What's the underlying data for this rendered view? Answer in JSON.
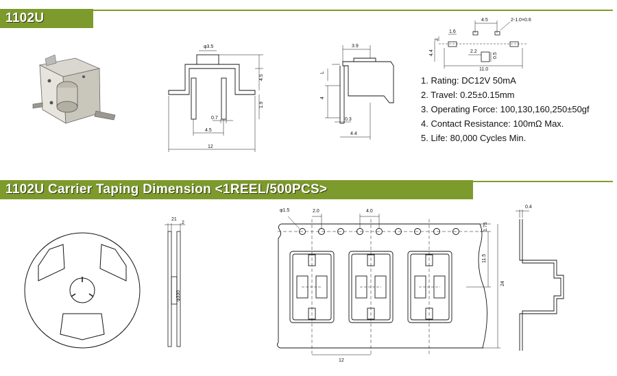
{
  "sections": {
    "top_title": "1102U",
    "bottom_title": "1102U Carrier Taping Dimension <1REEL/500PCS>"
  },
  "specs": [
    "1. Rating: DC12V  50mA",
    "2. Travel: 0.25±0.15mm",
    "3. Operating Force: 100,130,160,250±50gf",
    "4. Contact Resistance: 100mΩ Max.",
    "5. Life: 80,000 Cycles Min."
  ],
  "dims": {
    "side_3_5": "φ3.5",
    "side_4_5": "4.5",
    "side_1_9": "1.9",
    "side_0_7": "0.7",
    "side_4_5b": "4.5",
    "side_12": "12",
    "mid_3_9": "3.9",
    "mid_L": "L",
    "mid_4": "4",
    "mid_0_3": "0.3",
    "mid_4_4": "4.4",
    "pad_4_5": "4.5",
    "pad_hole": "2-1.0×0.6",
    "pad_1_6": "1.6",
    "pad_3": "3",
    "pad_4_4": "4.4",
    "pad_2_2": "2.2",
    "pad_0_5": "0.5",
    "pad_11": "11.0",
    "reel_21": "21",
    "reel_2": "2",
    "reel_330": "φ330",
    "tape_1_5": "φ1.5",
    "tape_2_0": "2.0",
    "tape_4_0": "4.0",
    "tape_1_75": "1.75",
    "tape_11_5": "11.5",
    "tape_24": "24",
    "tape_12": "12",
    "prof_0_4": "0.4"
  },
  "colors": {
    "header_bg": "#7d9a2c",
    "header_text": "#ffffff"
  }
}
